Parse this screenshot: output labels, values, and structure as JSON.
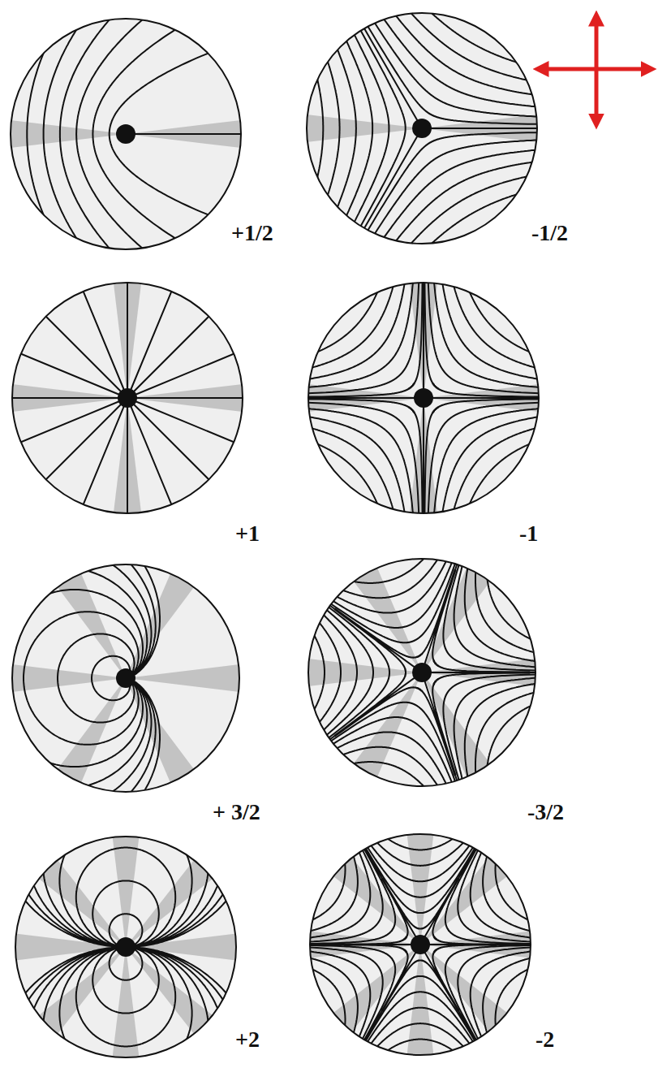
{
  "diagram": {
    "labels": [
      "+1/2",
      "-1/2",
      "+1",
      "-1",
      "+ 3/2",
      "-3/2",
      "+2",
      "-2"
    ]
  }
}
